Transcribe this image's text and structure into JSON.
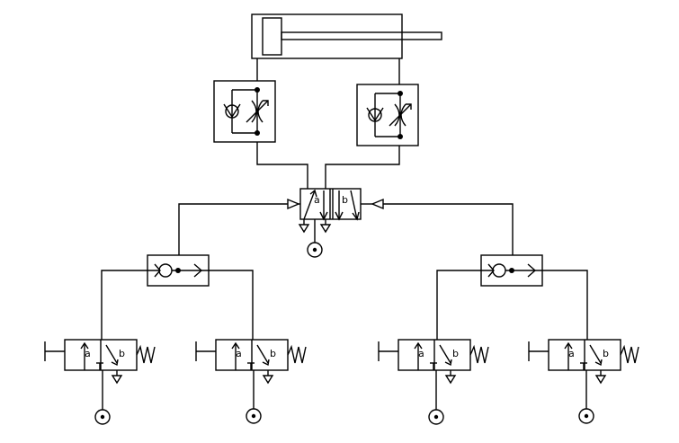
{
  "diagram": {
    "type": "pneumatic-circuit",
    "main_valve": {
      "port_labels": [
        "a",
        "b"
      ]
    },
    "push_button_valves": [
      {
        "labels": [
          "a",
          "b"
        ]
      },
      {
        "labels": [
          "a",
          "b"
        ]
      },
      {
        "labels": [
          "a",
          "b"
        ]
      },
      {
        "labels": [
          "a",
          "b"
        ]
      }
    ]
  }
}
